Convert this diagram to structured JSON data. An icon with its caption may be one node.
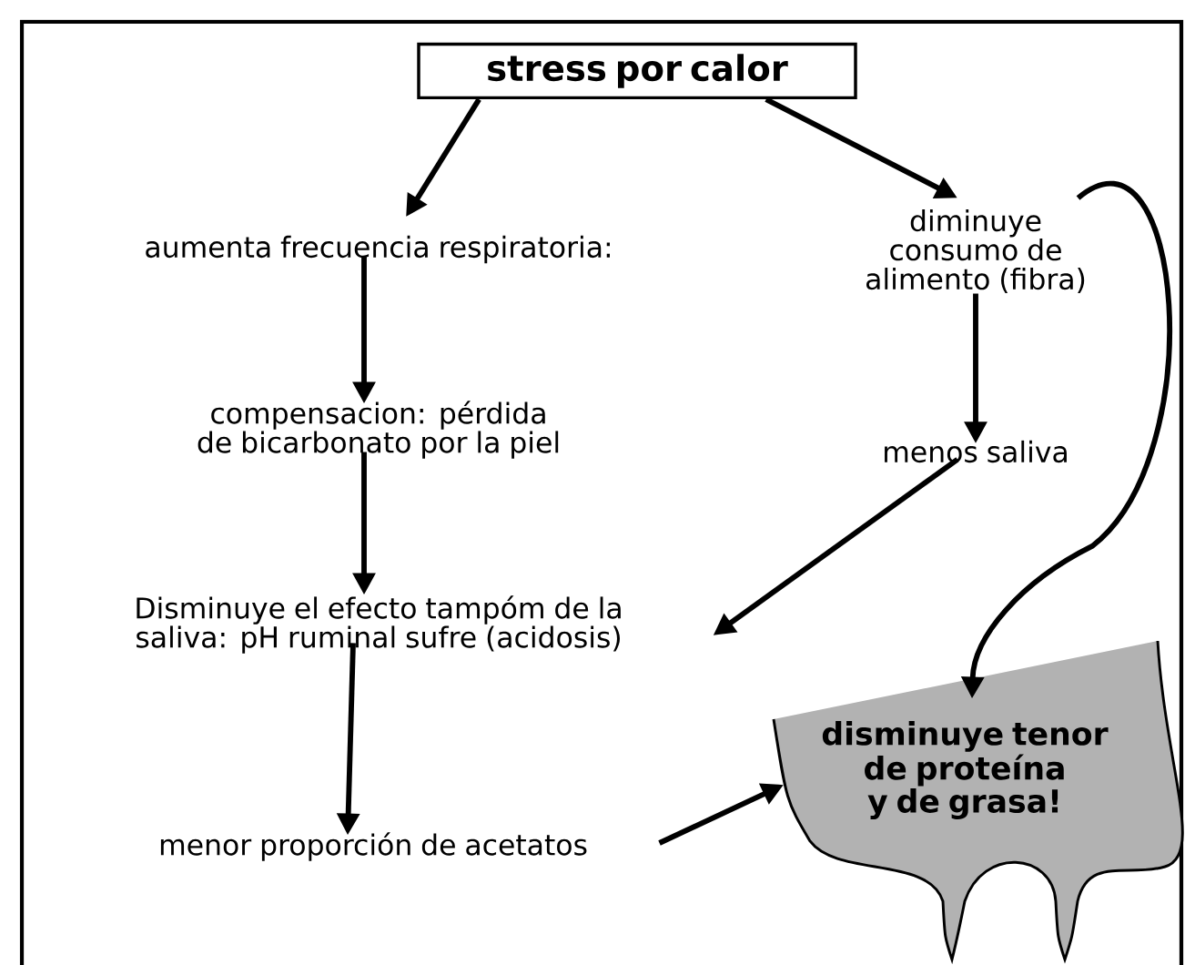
{
  "diagram": {
    "nodes": [
      {
        "text": [
          "stress por calor"
        ]
      },
      {
        "text": [
          "aumenta frecuencia respiratoria:"
        ]
      },
      {
        "text": [
          "compensacion: pérdida de bicarbonato por la piel"
        ]
      },
      {
        "text": [
          "Disminuye el efecto tampóm de la saliva: pH ruminal sufre (acidosis)"
        ]
      },
      {
        "text": [
          "menor proporción de acetatos"
        ]
      },
      {
        "text": [
          "diminuye consumo de alimento (fibra)"
        ]
      },
      {
        "text": [
          "menos saliva"
        ]
      },
      {
        "text": [
          "disminuye tenor de proteína y de grasa!"
        ]
      }
    ],
    "edges": [
      {
        "from": 0,
        "to": 1,
        "arrow": "to"
      },
      {
        "from": 0,
        "to": 5,
        "arrow": "to"
      },
      {
        "from": 1,
        "to": 2,
        "arrow": "to"
      },
      {
        "from": 2,
        "to": 3,
        "arrow": "to"
      },
      {
        "from": 5,
        "to": 6,
        "arrow": "to"
      },
      {
        "from": 6,
        "to": 3,
        "arrow": "to"
      },
      {
        "from": 3,
        "to": 4,
        "arrow": "to"
      },
      {
        "from": 4,
        "to": 7,
        "arrow": "to"
      },
      {
        "from": 5,
        "to": 7,
        "arrow": "to"
      }
    ]
  }
}
